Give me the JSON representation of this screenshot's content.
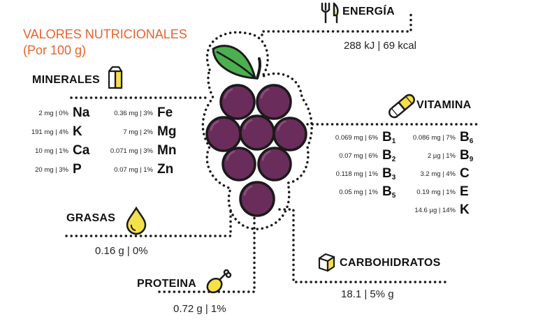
{
  "title": {
    "line1": "VALORES NUTRICIONALES",
    "line2": "(Por 100 g)"
  },
  "colors": {
    "title": "#e8622c",
    "grape": "#6a2c5a",
    "leaf": "#4caf50",
    "icon_yellow": "#f4e04a",
    "outline": "#1a1a1a"
  },
  "energia": {
    "label": "ENERGÍA",
    "icon": "fork-knife-icon",
    "value": "288 kJ | 69 kcal"
  },
  "minerales": {
    "label": "MINERALES",
    "icon": "crystal-icon",
    "left": [
      {
        "amount": "2 mg | 0%",
        "symbol": "Na"
      },
      {
        "amount": "191 mg | 4%",
        "symbol": "K"
      },
      {
        "amount": "10 mg | 1%",
        "symbol": "Ca"
      },
      {
        "amount": "20 mg | 3%",
        "symbol": "P"
      }
    ],
    "right": [
      {
        "amount": "0.36 mg | 3%",
        "symbol": "Fe"
      },
      {
        "amount": "7 mg | 2%",
        "symbol": "Mg"
      },
      {
        "amount": "0.071 mg | 3%",
        "symbol": "Mn"
      },
      {
        "amount": "0.07 mg | 1%",
        "symbol": "Zn"
      }
    ]
  },
  "vitamina": {
    "label": "VITAMINA",
    "icon": "capsule-icon",
    "left": [
      {
        "amount": "0.069 mg | 6%",
        "symbol": "B",
        "sub": "1"
      },
      {
        "amount": "0.07 mg | 6%",
        "symbol": "B",
        "sub": "2"
      },
      {
        "amount": "0.118 mg | 1%",
        "symbol": "B",
        "sub": "3"
      },
      {
        "amount": "0.05 mg | 1%",
        "symbol": "B",
        "sub": "5"
      }
    ],
    "right": [
      {
        "amount": "0.086 mg | 7%",
        "symbol": "B",
        "sub": "6"
      },
      {
        "amount": "2 µg | 1%",
        "symbol": "B",
        "sub": "9"
      },
      {
        "amount": "3.2 mg | 4%",
        "symbol": "C",
        "sub": ""
      },
      {
        "amount": "0.19 mg | 1%",
        "symbol": "E",
        "sub": ""
      },
      {
        "amount": "14.6 µg | 14%",
        "symbol": "K",
        "sub": ""
      }
    ]
  },
  "grasas": {
    "label": "GRASAS",
    "icon": "drop-icon",
    "value": "0.16 g | 0%"
  },
  "proteina": {
    "label": "PROTEINA",
    "icon": "drumstick-icon",
    "value": "0.72 g | 1%"
  },
  "carbohidratos": {
    "label": "CARBOHIDRATOS",
    "icon": "sugar-cube-icon",
    "value": "18.1 | 5% g"
  }
}
